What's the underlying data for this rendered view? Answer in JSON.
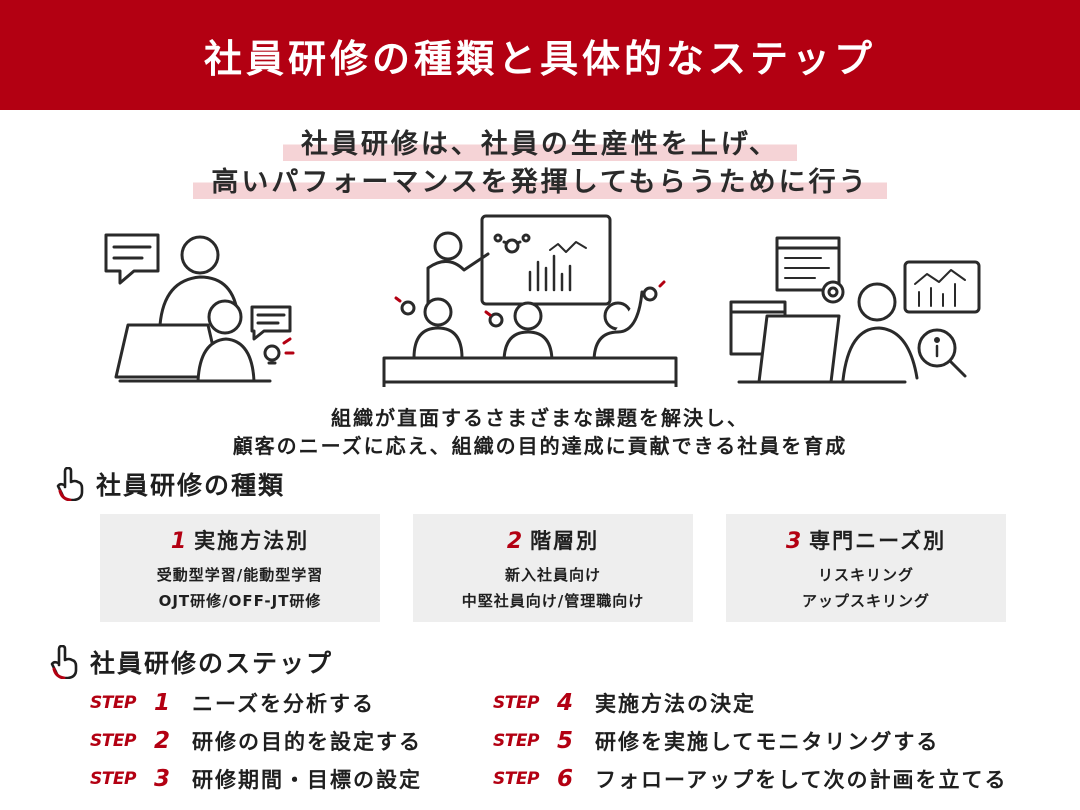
{
  "header": {
    "title": "社員研修の種類と具体的なステップ"
  },
  "lead": {
    "line1": "社員研修は、社員の生産性を上げ、",
    "line2": "高いパフォーマンスを発揮してもらうために行う"
  },
  "purpose": {
    "line1": "組織が直面するさまざまな課題を解決し、",
    "line2": "顧客のニーズに応え、組織の目的達成に貢献できる社員を育成"
  },
  "types_section": {
    "title": "社員研修の種類",
    "items": [
      {
        "num": "1",
        "label": "実施方法別",
        "lines": [
          "受動型学習/能動型学習",
          "OJT研修/OFF-JT研修"
        ]
      },
      {
        "num": "2",
        "label": "階層別",
        "lines": [
          "新入社員向け",
          "中堅社員向け/管理職向け"
        ]
      },
      {
        "num": "3",
        "label": "専門ニーズ別",
        "lines": [
          "リスキリング",
          "アップスキリング"
        ]
      }
    ]
  },
  "steps_section": {
    "title": "社員研修のステップ",
    "step_label": "STEP",
    "steps": [
      {
        "num": "1",
        "text": "ニーズを分析する"
      },
      {
        "num": "2",
        "text": "研修の目的を設定する"
      },
      {
        "num": "3",
        "text": "研修期間・目標の設定"
      },
      {
        "num": "4",
        "text": "実施方法の決定"
      },
      {
        "num": "5",
        "text": "研修を実施してモニタリングする"
      },
      {
        "num": "6",
        "text": "フォローアップをして次の計画を立てる"
      }
    ]
  },
  "colors": {
    "accent": "#b30012",
    "highlight": "#f5d3d6",
    "box": "#eeeeee"
  },
  "icons": [
    "hand-point-icon",
    "speech-bubble-icon",
    "lightbulb-icon",
    "gear-icon",
    "magnifier-icon",
    "bar-chart-icon"
  ]
}
